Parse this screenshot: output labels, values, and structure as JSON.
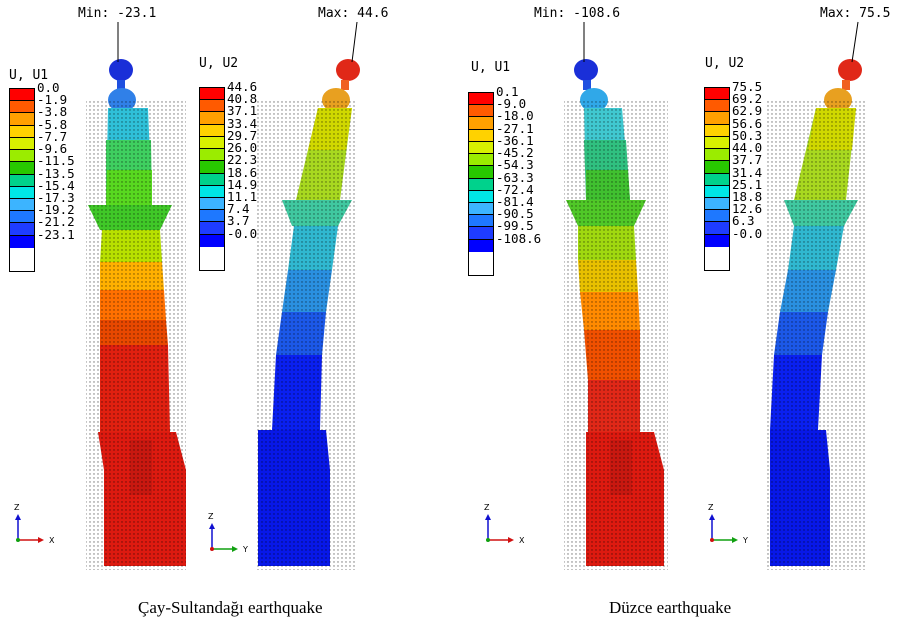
{
  "colors": {
    "scale": [
      "#ff0000",
      "#ff5a00",
      "#ffa000",
      "#ffd200",
      "#d8f000",
      "#9bec00",
      "#28c800",
      "#00d28c",
      "#00e6e6",
      "#3cb4ff",
      "#1e78ff",
      "#0000ff"
    ],
    "mesh_line": "#000000"
  },
  "left": {
    "min_label": "Min: -23.1",
    "max_label": "Max: 44.6",
    "legend_u1": {
      "title": "U, U1",
      "ticks": [
        "0.0",
        "-1.9",
        "-3.8",
        "-5.8",
        "-7.7",
        "-9.6",
        "-11.5",
        "-13.5",
        "-15.4",
        "-17.3",
        "-19.2",
        "-21.2",
        "-23.1"
      ]
    },
    "legend_u2": {
      "title": "U, U2",
      "ticks": [
        "44.6",
        "40.8",
        "37.1",
        "33.4",
        "29.7",
        "26.0",
        "22.3",
        "18.6",
        "14.9",
        "11.1",
        "7.4",
        "3.7",
        "-0.0"
      ]
    },
    "axes_a": {
      "up": "Z",
      "side": "X"
    },
    "axes_b": {
      "up": "Z",
      "side": "Y"
    },
    "caption": "Çay-Sultandağı earthquake"
  },
  "right": {
    "min_label": "Min: -108.6",
    "max_label": "Max: 75.5",
    "legend_u1": {
      "title": "U, U1",
      "ticks": [
        "0.1",
        "-9.0",
        "-18.0",
        "-27.1",
        "-36.1",
        "-45.2",
        "-54.3",
        "-63.3",
        "-72.4",
        "-81.4",
        "-90.5",
        "-99.5",
        "-108.6"
      ]
    },
    "legend_u2": {
      "title": "U, U2",
      "ticks": [
        "75.5",
        "69.2",
        "62.9",
        "56.6",
        "50.3",
        "44.0",
        "37.7",
        "31.4",
        "25.1",
        "18.8",
        "12.6",
        "6.3",
        "-0.0"
      ]
    },
    "axes_a": {
      "up": "Z",
      "side": "X"
    },
    "axes_b": {
      "up": "Z",
      "side": "Y"
    },
    "caption": "Düzce earthquake"
  }
}
